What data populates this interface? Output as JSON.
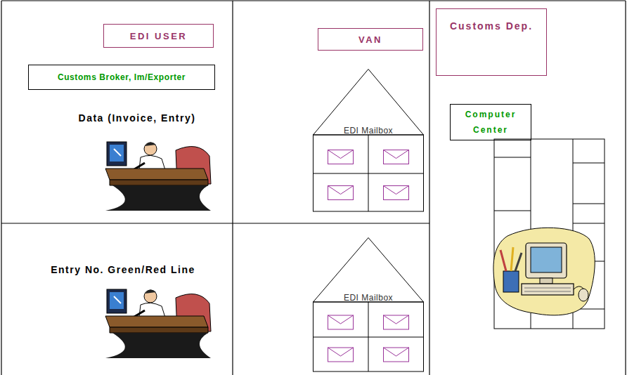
{
  "diagram": {
    "nodes": [
      {
        "text": [
          "EDI USER"
        ]
      },
      {
        "text": [
          "VAN"
        ]
      },
      {
        "text": [
          "Customs Dep."
        ]
      },
      {
        "text": [
          "Customs Broker, Im/Exporter"
        ]
      },
      {
        "text": [
          "Computer Center"
        ]
      },
      {
        "text": [
          "EDI Mailbox"
        ]
      },
      {
        "text": [
          "EDI Mailbox"
        ]
      }
    ],
    "labels": [
      "Data (Invoice, Entry)",
      "Entry No. Green/Red Line"
    ]
  }
}
